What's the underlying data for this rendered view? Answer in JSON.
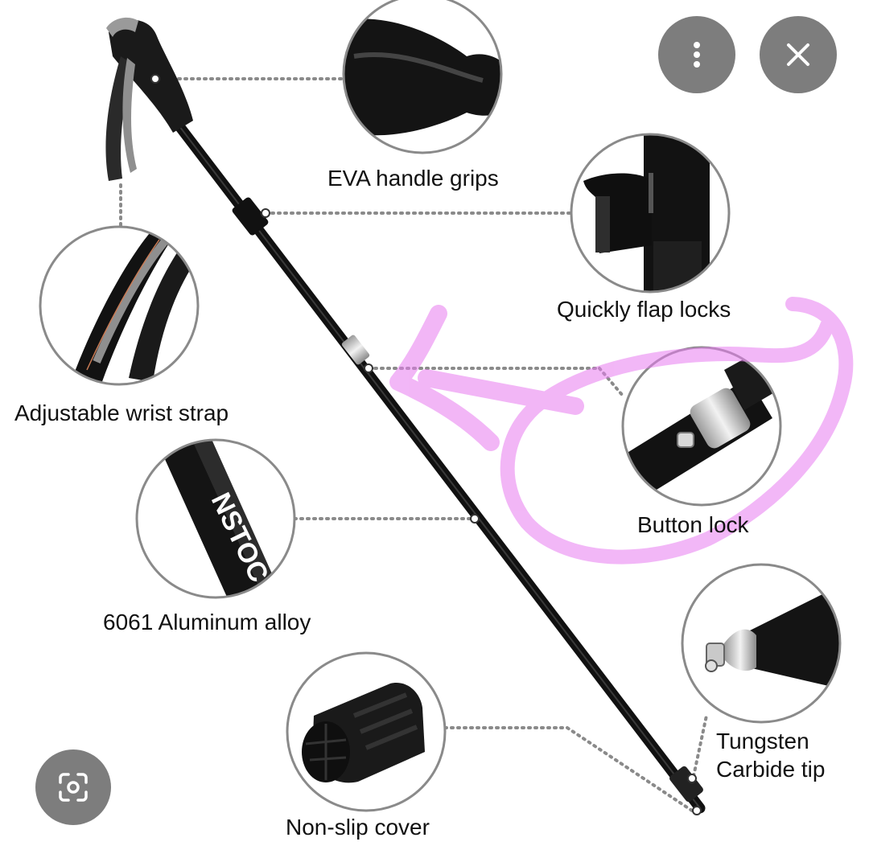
{
  "overlay": {
    "menu_button": {
      "icon": "more-vert-icon"
    },
    "close_button": {
      "icon": "close-icon"
    },
    "lens_button": {
      "icon": "lens-search-icon"
    }
  },
  "product": {
    "brand_print": "NSTOC",
    "features": [
      {
        "id": "eva-handle-grips",
        "label": "EVA handle grips"
      },
      {
        "id": "quick-flap-locks",
        "label": "Quickly flap locks"
      },
      {
        "id": "adjustable-wrist-strap",
        "label": "Adjustable wrist strap"
      },
      {
        "id": "button-lock",
        "label": "Button lock"
      },
      {
        "id": "aluminum-alloy",
        "label": "6061 Aluminum alloy"
      },
      {
        "id": "tungsten-carbide-tip",
        "label_line1": "Tungsten",
        "label_line2": "Carbide tip"
      },
      {
        "id": "non-slip-cover",
        "label": "Non-slip cover"
      }
    ]
  },
  "annotation": {
    "color": "#e87cf0",
    "shape": "circle-and-arrow"
  },
  "colors": {
    "fab": "#7d7d7d",
    "pole": "#111111",
    "leader": "#8a8a8a",
    "circle_border": "#8a8a8a"
  }
}
